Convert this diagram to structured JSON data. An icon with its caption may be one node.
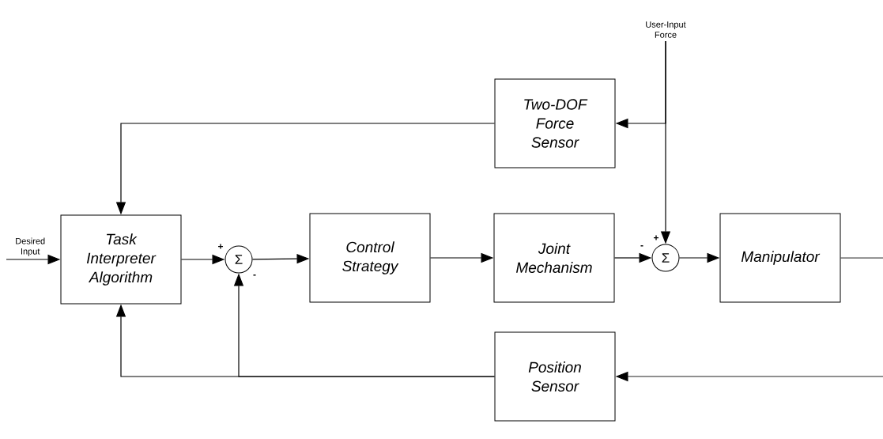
{
  "diagram": {
    "nodes": [
      {
        "text": [
          "Desired Input"
        ]
      },
      {
        "text": [
          "Task Interpreter Algorithm"
        ]
      },
      {
        "text": [
          "Σ"
        ]
      },
      {
        "text": [
          "Control Strategy"
        ]
      },
      {
        "text": [
          "Joint Mechanism"
        ]
      },
      {
        "text": [
          "Σ"
        ]
      },
      {
        "text": [
          "Manipulator"
        ]
      },
      {
        "text": [
          "User-Input Force"
        ]
      },
      {
        "text": [
          "Two-DOF Force Sensor"
        ]
      },
      {
        "text": [
          "Position Sensor"
        ]
      }
    ],
    "edges": [
      {
        "from": 0,
        "to": 1,
        "arrow": "to"
      },
      {
        "from": 1,
        "to": 2,
        "arrow": "to"
      },
      {
        "from": 2,
        "to": 3,
        "arrow": "to"
      },
      {
        "from": 3,
        "to": 4,
        "arrow": "to"
      },
      {
        "from": 4,
        "to": 5,
        "arrow": "to"
      },
      {
        "from": 5,
        "to": 6,
        "arrow": "to"
      },
      {
        "from": 6,
        "to": null,
        "arrow": "none"
      },
      {
        "from": null,
        "to": 9,
        "arrow": "to"
      },
      {
        "from": 9,
        "to": 1,
        "arrow": "to"
      },
      {
        "from": 9,
        "to": 2,
        "arrow": "to"
      },
      {
        "from": 7,
        "to": 8,
        "arrow": "to"
      },
      {
        "from": 7,
        "to": 5,
        "arrow": "to"
      },
      {
        "from": 8,
        "to": 1,
        "arrow": "to"
      }
    ],
    "labels": [
      "+",
      "-",
      "-",
      "+"
    ]
  }
}
